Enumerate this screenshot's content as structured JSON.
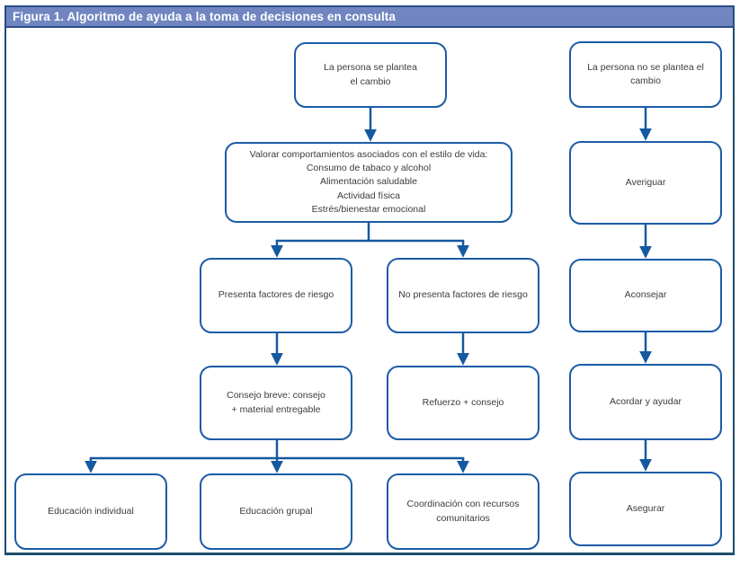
{
  "header": {
    "title": "Figura 1. Algoritmo de ayuda a la toma de decisiones en consulta"
  },
  "nodes": {
    "plantea": {
      "label": "La persona se plantea\nel cambio"
    },
    "valorar": {
      "label": "Valorar comportamientos asociados con el estilo de vida:\nConsumo de tabaco y alcohol\nAlimentación saludable\nActividad física\nEstrés/bienestar emocional"
    },
    "presenta": {
      "label": "Presenta factores de riesgo"
    },
    "no_presenta": {
      "label": "No presenta factores de riesgo"
    },
    "consejo_breve": {
      "label": "Consejo breve: consejo\n+ material entregable"
    },
    "refuerzo": {
      "label": "Refuerzo + consejo"
    },
    "edu_individual": {
      "label": "Educación individual"
    },
    "edu_grupal": {
      "label": "Educación grupal"
    },
    "coordinacion": {
      "label": "Coordinación con recursos\ncomunitarios"
    },
    "no_plantea": {
      "label": "La persona no se plantea el\ncambio"
    },
    "averiguar": {
      "label": "Averiguar"
    },
    "aconsejar": {
      "label": "Aconsejar"
    },
    "acordar": {
      "label": "Acordar y ayudar"
    },
    "asegurar": {
      "label": "Asegurar"
    }
  },
  "colors": {
    "header_bg": "#7186c0",
    "header_border": "#2a4c86",
    "header_text": "#ffffff",
    "box_border": "#1c5ba6",
    "box_bg": "#ffffff",
    "line": "#15599f",
    "frame": "#1d4c6e",
    "text": "#3b3b3b"
  }
}
